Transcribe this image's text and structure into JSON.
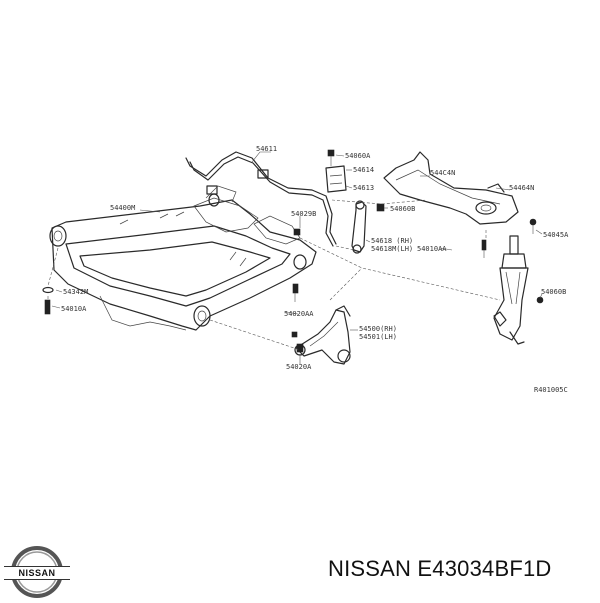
{
  "diagram": {
    "labels": {
      "l54611": "54611",
      "l54060A": "54060A",
      "l54614": "54614",
      "l54613": "54613",
      "l544C4N": "544C4N",
      "l54464N": "54464N",
      "l54400M": "54400M",
      "l54029B": "54029B",
      "l54060B_top": "54060B",
      "l54618": "54618 (RH)",
      "l54618M": "54618M(LH)",
      "l54010AA": "54010AA",
      "l54045A": "54045A",
      "l54342M": "54342M",
      "l54010A": "54010A",
      "l54020AA": "54020AA",
      "l54500": "54500(RH)",
      "l54501": "54501(LH)",
      "l54060B_low": "54060B",
      "l54020A": "54020A",
      "ref": "R401005C"
    }
  },
  "footer": {
    "brand": "NISSAN",
    "part_number": "NISSAN E43034BF1D"
  }
}
